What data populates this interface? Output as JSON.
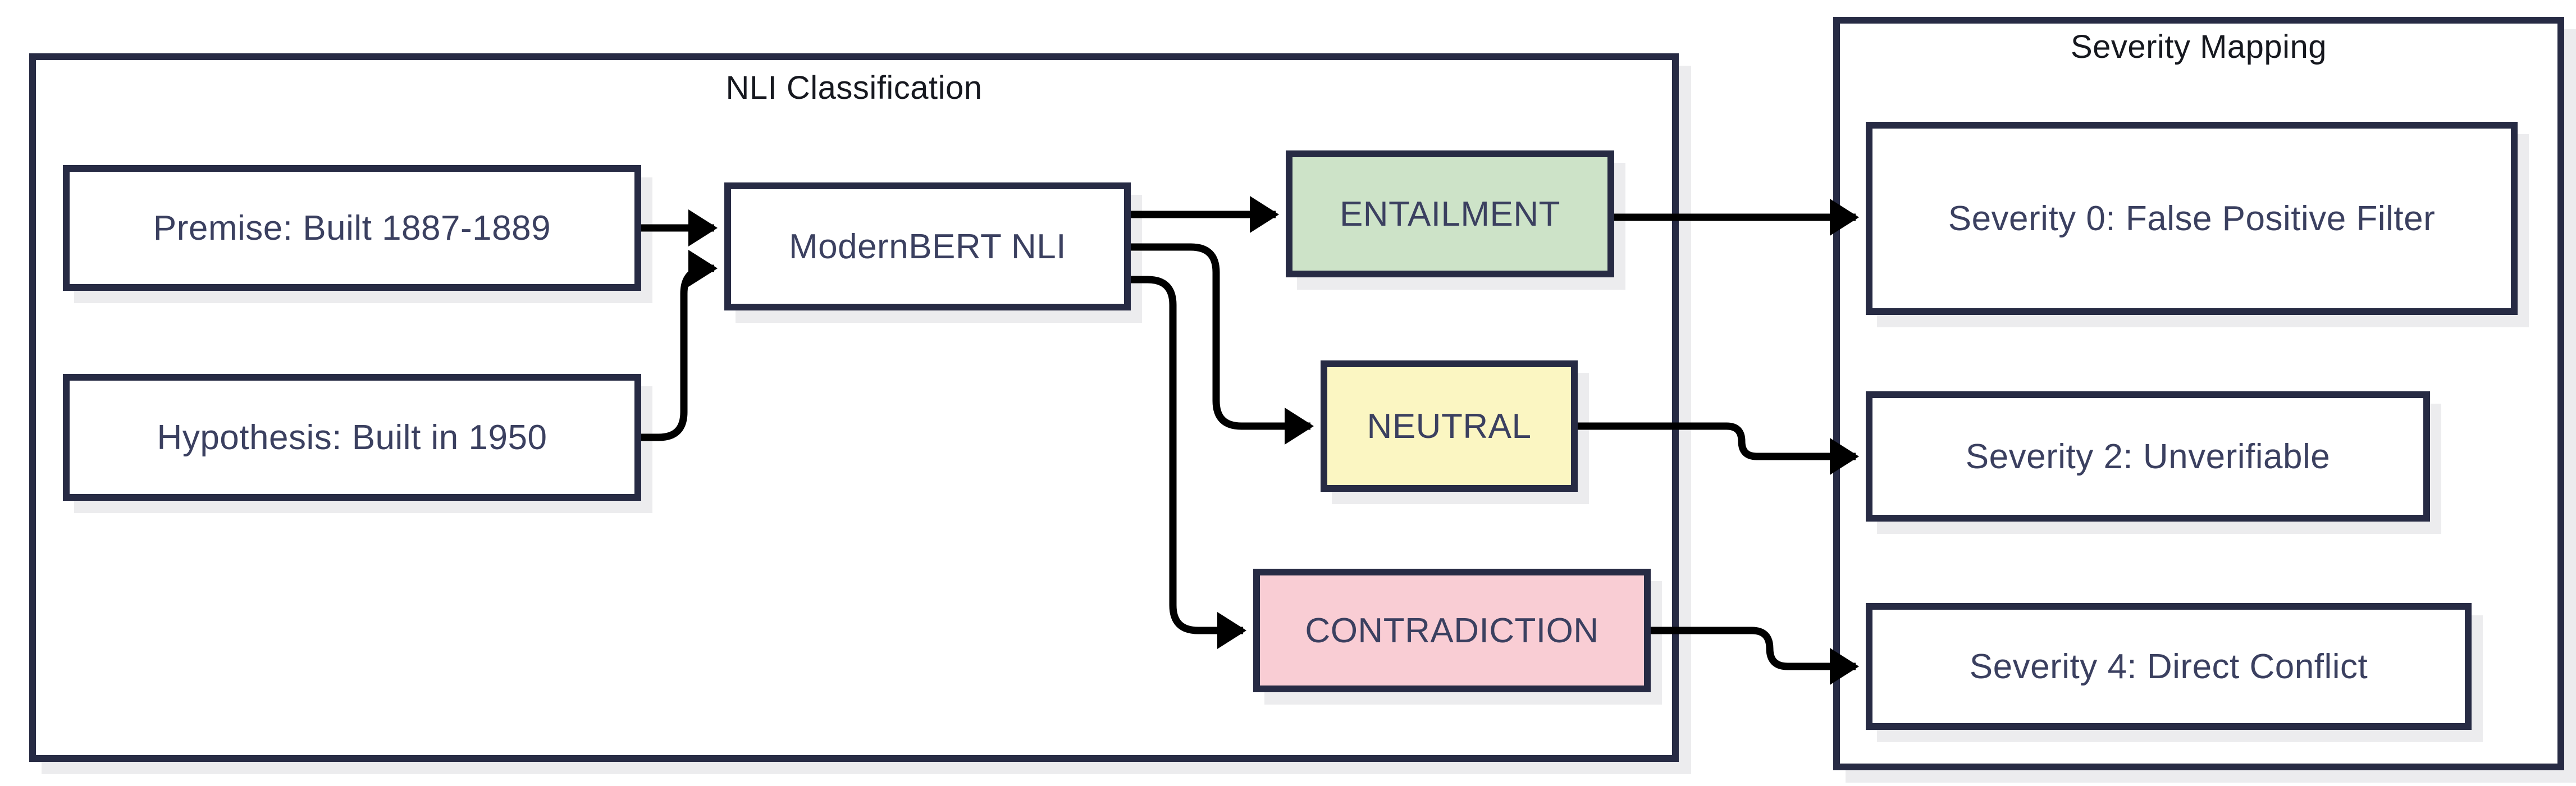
{
  "diagram": {
    "groups": {
      "nli": {
        "title": "NLI Classification"
      },
      "severity": {
        "title": "Severity Mapping"
      }
    },
    "nodes": {
      "premise": {
        "label": "Premise: Built 1887-1889"
      },
      "hypothesis": {
        "label": "Hypothesis: Built in 1950"
      },
      "model": {
        "label": "ModernBERT NLI"
      },
      "entailment": {
        "label": "ENTAILMENT",
        "fill": "#cde3c8"
      },
      "neutral": {
        "label": "NEUTRAL",
        "fill": "#fbf6c2"
      },
      "contradiction": {
        "label": "CONTRADICTION",
        "fill": "#f9cdd4"
      },
      "severity0": {
        "label": "Severity 0: False Positive Filter"
      },
      "severity2": {
        "label": "Severity 2: Unverifiable"
      },
      "severity4": {
        "label": "Severity 4: Direct Conflict"
      }
    },
    "connections": [
      {
        "from": "premise",
        "to": "model"
      },
      {
        "from": "hypothesis",
        "to": "model"
      },
      {
        "from": "model",
        "to": "entailment"
      },
      {
        "from": "model",
        "to": "neutral"
      },
      {
        "from": "model",
        "to": "contradiction"
      },
      {
        "from": "entailment",
        "to": "severity0"
      },
      {
        "from": "neutral",
        "to": "severity2"
      },
      {
        "from": "contradiction",
        "to": "severity4"
      }
    ],
    "colors": {
      "background": "#ffffff",
      "border": "#272b44",
      "label_text": "#3b4060",
      "title_text": "#16181f",
      "arrow": "#000000",
      "shadow": "#ececee",
      "entailment_fill": "#cde3c8",
      "neutral_fill": "#fbf6c2",
      "contradiction_fill": "#f9cdd4"
    }
  }
}
